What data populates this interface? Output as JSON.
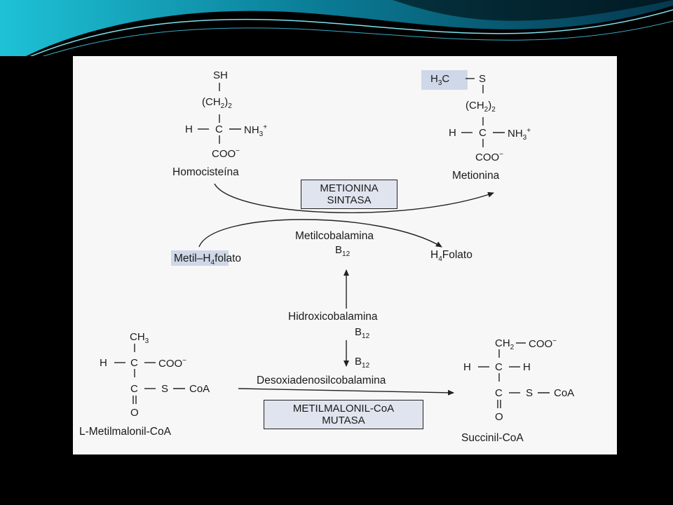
{
  "colors": {
    "background": "#000000",
    "slide": "#f7f7f7",
    "highlight": "#cfd8e8",
    "enzyme_box": "#e0e4ee",
    "wave_light": "#18b4cc",
    "wave_dark": "#06425a"
  },
  "homocisteina": {
    "sh": "SH",
    "ch2": "(CH",
    "ch2_sub": "2",
    "ch2_close": ")",
    "ch2_count": "2",
    "h": "H",
    "c": "C",
    "nh3": "NH",
    "nh3_sub": "3",
    "nh3_sup": "+",
    "coo": "COO",
    "coo_sup": "−",
    "name": "Homocisteína"
  },
  "metionina": {
    "h3c": "H",
    "h3c_sub": "3",
    "h3c_c": "C",
    "s": "S",
    "ch2": "(CH",
    "ch2_sub": "2",
    "ch2_close": ")",
    "ch2_count": "2",
    "h": "H",
    "c": "C",
    "nh3": "NH",
    "nh3_sub": "3",
    "nh3_sup": "+",
    "coo": "COO",
    "coo_sup": "−",
    "name": "Metionina"
  },
  "enzyme1": {
    "line1": "METIONINA",
    "line2": "SINTASA"
  },
  "cofactor1": {
    "name": "Metilcobalamina",
    "b": "B",
    "b_sub": "12"
  },
  "metil_folato": {
    "pre": "Metil–H",
    "sub": "4",
    "post": "folato"
  },
  "h4folato": {
    "pre": "H",
    "sub": "4",
    "post": "Folato"
  },
  "hidroxi": {
    "name": "Hidroxicobalamina",
    "b": "B",
    "b_sub": "12"
  },
  "desoxi": {
    "b": "B",
    "b_sub": "12",
    "name": "Desoxiadenosilcobalamina"
  },
  "metilmalonil": {
    "ch3": "CH",
    "ch3_sub": "3",
    "h": "H",
    "c": "C",
    "coo": "COO",
    "coo_sup": "−",
    "c2": "C",
    "s": "S",
    "coa": "CoA",
    "o": "O",
    "name": "L-Metilmalonil-CoA"
  },
  "enzyme2": {
    "line1": "METILMALONIL-CoA",
    "line2": "MUTASA"
  },
  "succinil": {
    "ch2": "CH",
    "ch2_sub": "2",
    "coo": "COO",
    "coo_sup": "−",
    "h": "H",
    "c": "C",
    "h2": "H",
    "c2": "C",
    "s": "S",
    "coa": "CoA",
    "o": "O",
    "name": "Succinil-CoA"
  }
}
